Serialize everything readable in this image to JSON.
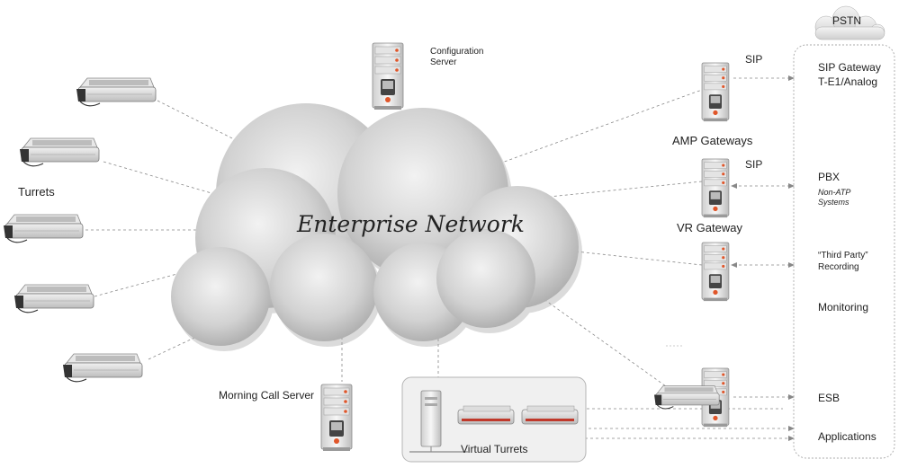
{
  "cloud_title": "Enterprise Network",
  "pstn": "PSTN",
  "turrets": "Turrets",
  "config_server": [
    "Configuration",
    "Server"
  ],
  "morning_call_server": "Morning Call Server",
  "virtual_turrets": "Virtual Turrets",
  "sip_top": "SIP",
  "amp_gateways": "AMP Gateways",
  "sip_mid": "SIP",
  "vr_gateway": "VR Gateway",
  "right_panel": {
    "sip_gateway": "SIP Gateway",
    "t_e1": "T-E1/Analog",
    "pbx": "PBX",
    "non_atp": [
      "Non-ATP",
      "Systems"
    ],
    "third_party": "“Third Party”",
    "recording": "Recording",
    "monitoring": "Monitoring",
    "esb": "ESB",
    "applications": "Applications"
  },
  "colors": {
    "cloud": "#c9c9c9",
    "server_red": "#e0562a",
    "panel_border": "#aaaaaa"
  }
}
